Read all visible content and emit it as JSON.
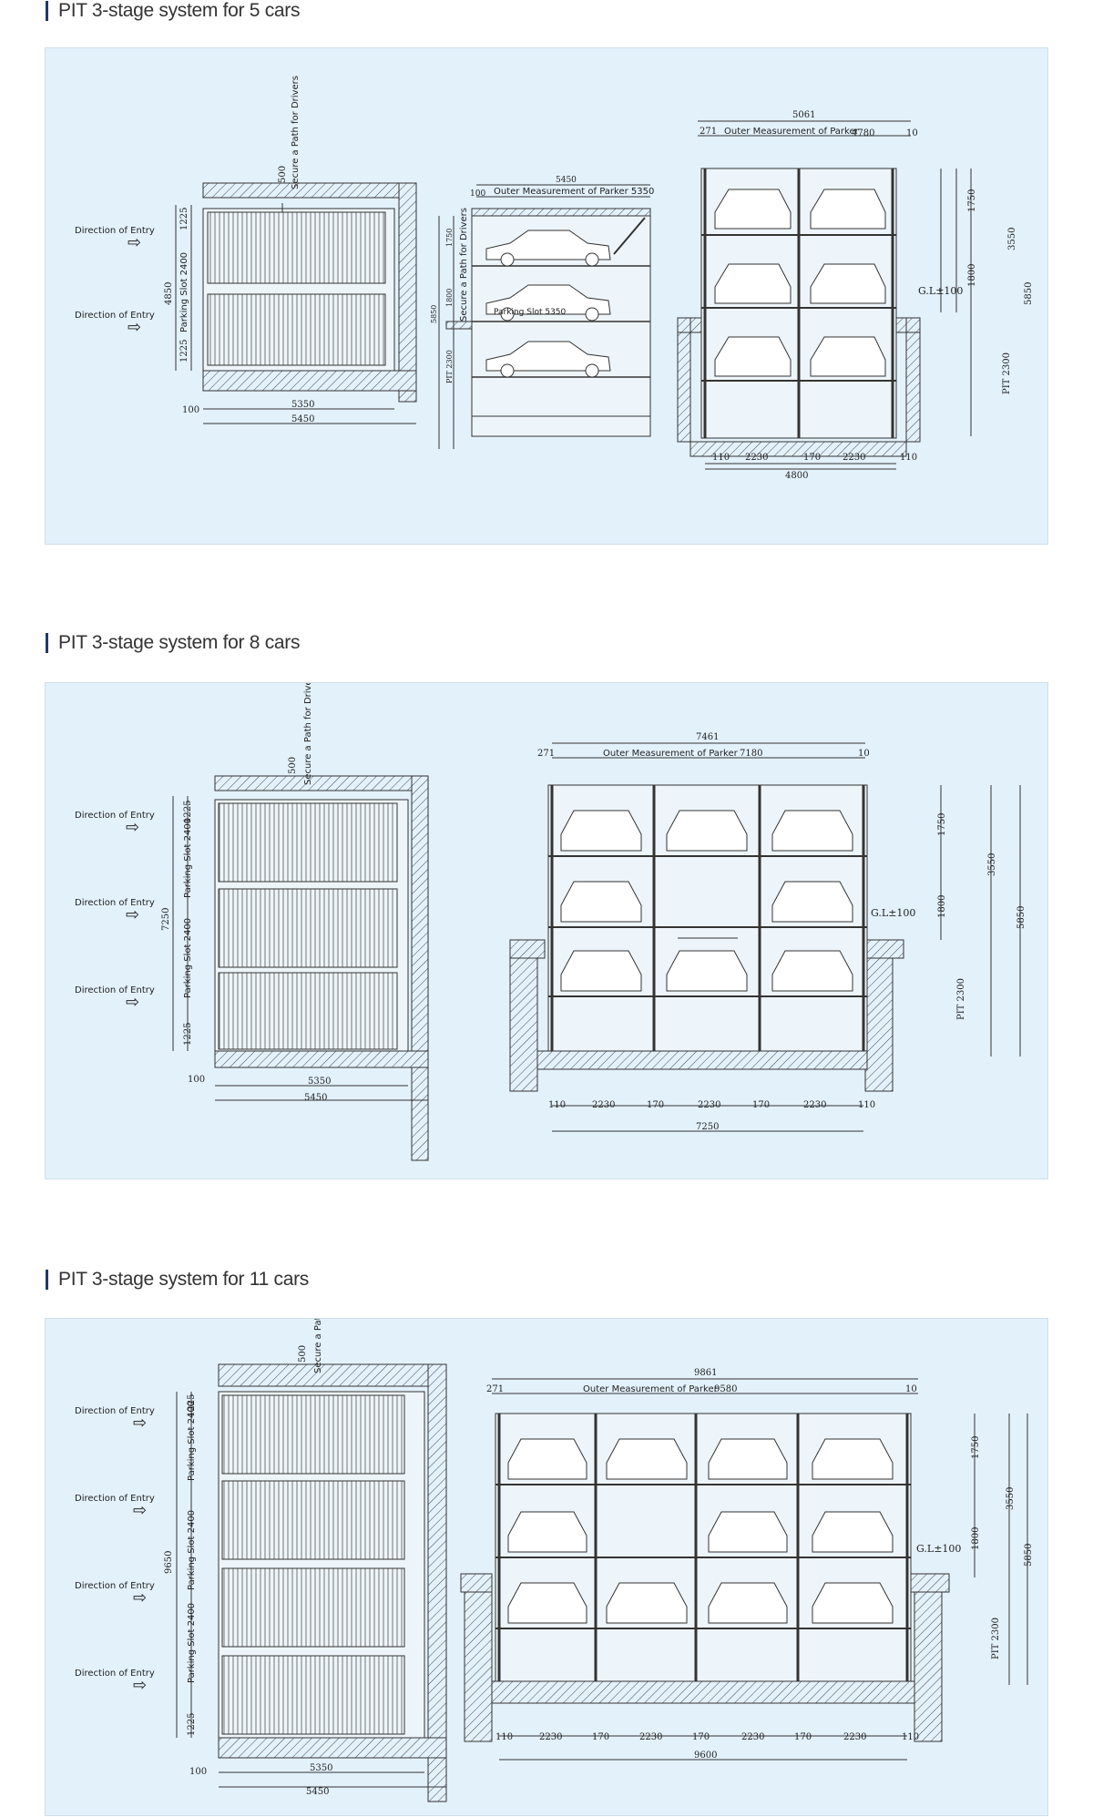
{
  "sections": [
    {
      "title": "PIT 3-stage system for 5 cars",
      "plan": {
        "entries": [
          "Direction of Entry",
          "Direction of Entry"
        ],
        "path_label": "Secure a Path for Drivers",
        "path_w": "500",
        "total_h": "4850",
        "edge": "1225",
        "slot": "Parking Slot 2400",
        "bottom_left": "100",
        "inner_w": "5350",
        "outer_w": "5450"
      },
      "side": {
        "top": "5450",
        "left_small": "100",
        "outer": "Outer Measurement of Parker 5350",
        "h_total": "5850",
        "h1": "1750",
        "h2": "1800",
        "pit": "PIT 2300",
        "path_label": "Secure a Path for Drivers",
        "slot": "Parking Slot 5350"
      },
      "front": {
        "top": "5061",
        "left_small": "271",
        "outer_label": "Outer Measurement of Parker",
        "outer_val": "4780",
        "right_small": "10",
        "h1": "1750",
        "h2": "1800",
        "h_upper": "3550",
        "h_total": "5850",
        "pit": "PIT 2300",
        "gl": "G.L±100",
        "bottom": [
          "110",
          "2230",
          "170",
          "2230",
          "110"
        ],
        "bottom_total": "4800"
      }
    },
    {
      "title": "PIT 3-stage system for 8 cars",
      "plan": {
        "entries": [
          "Direction of Entry",
          "Direction of Entry",
          "Direction of Entry"
        ],
        "path_label": "Secure a Path for Drivers",
        "path_w": "500",
        "total_h": "7250",
        "edge": "1225",
        "slot": "Parking Slot 2400",
        "bottom_left": "100",
        "inner_w": "5350",
        "outer_w": "5450"
      },
      "front": {
        "top": "7461",
        "left_small": "271",
        "outer_label": "Outer Measurement of Parker",
        "outer_val": "7180",
        "right_small": "10",
        "h1": "1750",
        "h2": "1800",
        "h_upper": "3550",
        "h_total": "5850",
        "pit": "PIT 2300",
        "gl": "G.L±100",
        "bottom": [
          "110",
          "2230",
          "170",
          "2230",
          "170",
          "2230",
          "110"
        ],
        "bottom_total": "7250"
      }
    },
    {
      "title": "PIT 3-stage system for 11 cars",
      "plan": {
        "entries": [
          "Direction of Entry",
          "Direction of Entry",
          "Direction of Entry",
          "Direction of Entry"
        ],
        "path_label": "Secure a Path for Drivers",
        "path_w": "500",
        "total_h": "9650",
        "edge": "1225",
        "slot": "Parking Slot 2400",
        "bottom_left": "100",
        "inner_w": "5350",
        "outer_w": "5450"
      },
      "front": {
        "top": "9861",
        "left_small": "271",
        "outer_label": "Outer Measurement of Parker",
        "outer_val": "9580",
        "right_small": "10",
        "h1": "1750",
        "h2": "1800",
        "h_upper": "3550",
        "h_total": "5850",
        "pit": "PIT 2300",
        "gl": "G.L±100",
        "bottom": [
          "110",
          "2230",
          "170",
          "2230",
          "170",
          "2230",
          "170",
          "2230",
          "110"
        ],
        "bottom_total": "9600"
      }
    }
  ]
}
